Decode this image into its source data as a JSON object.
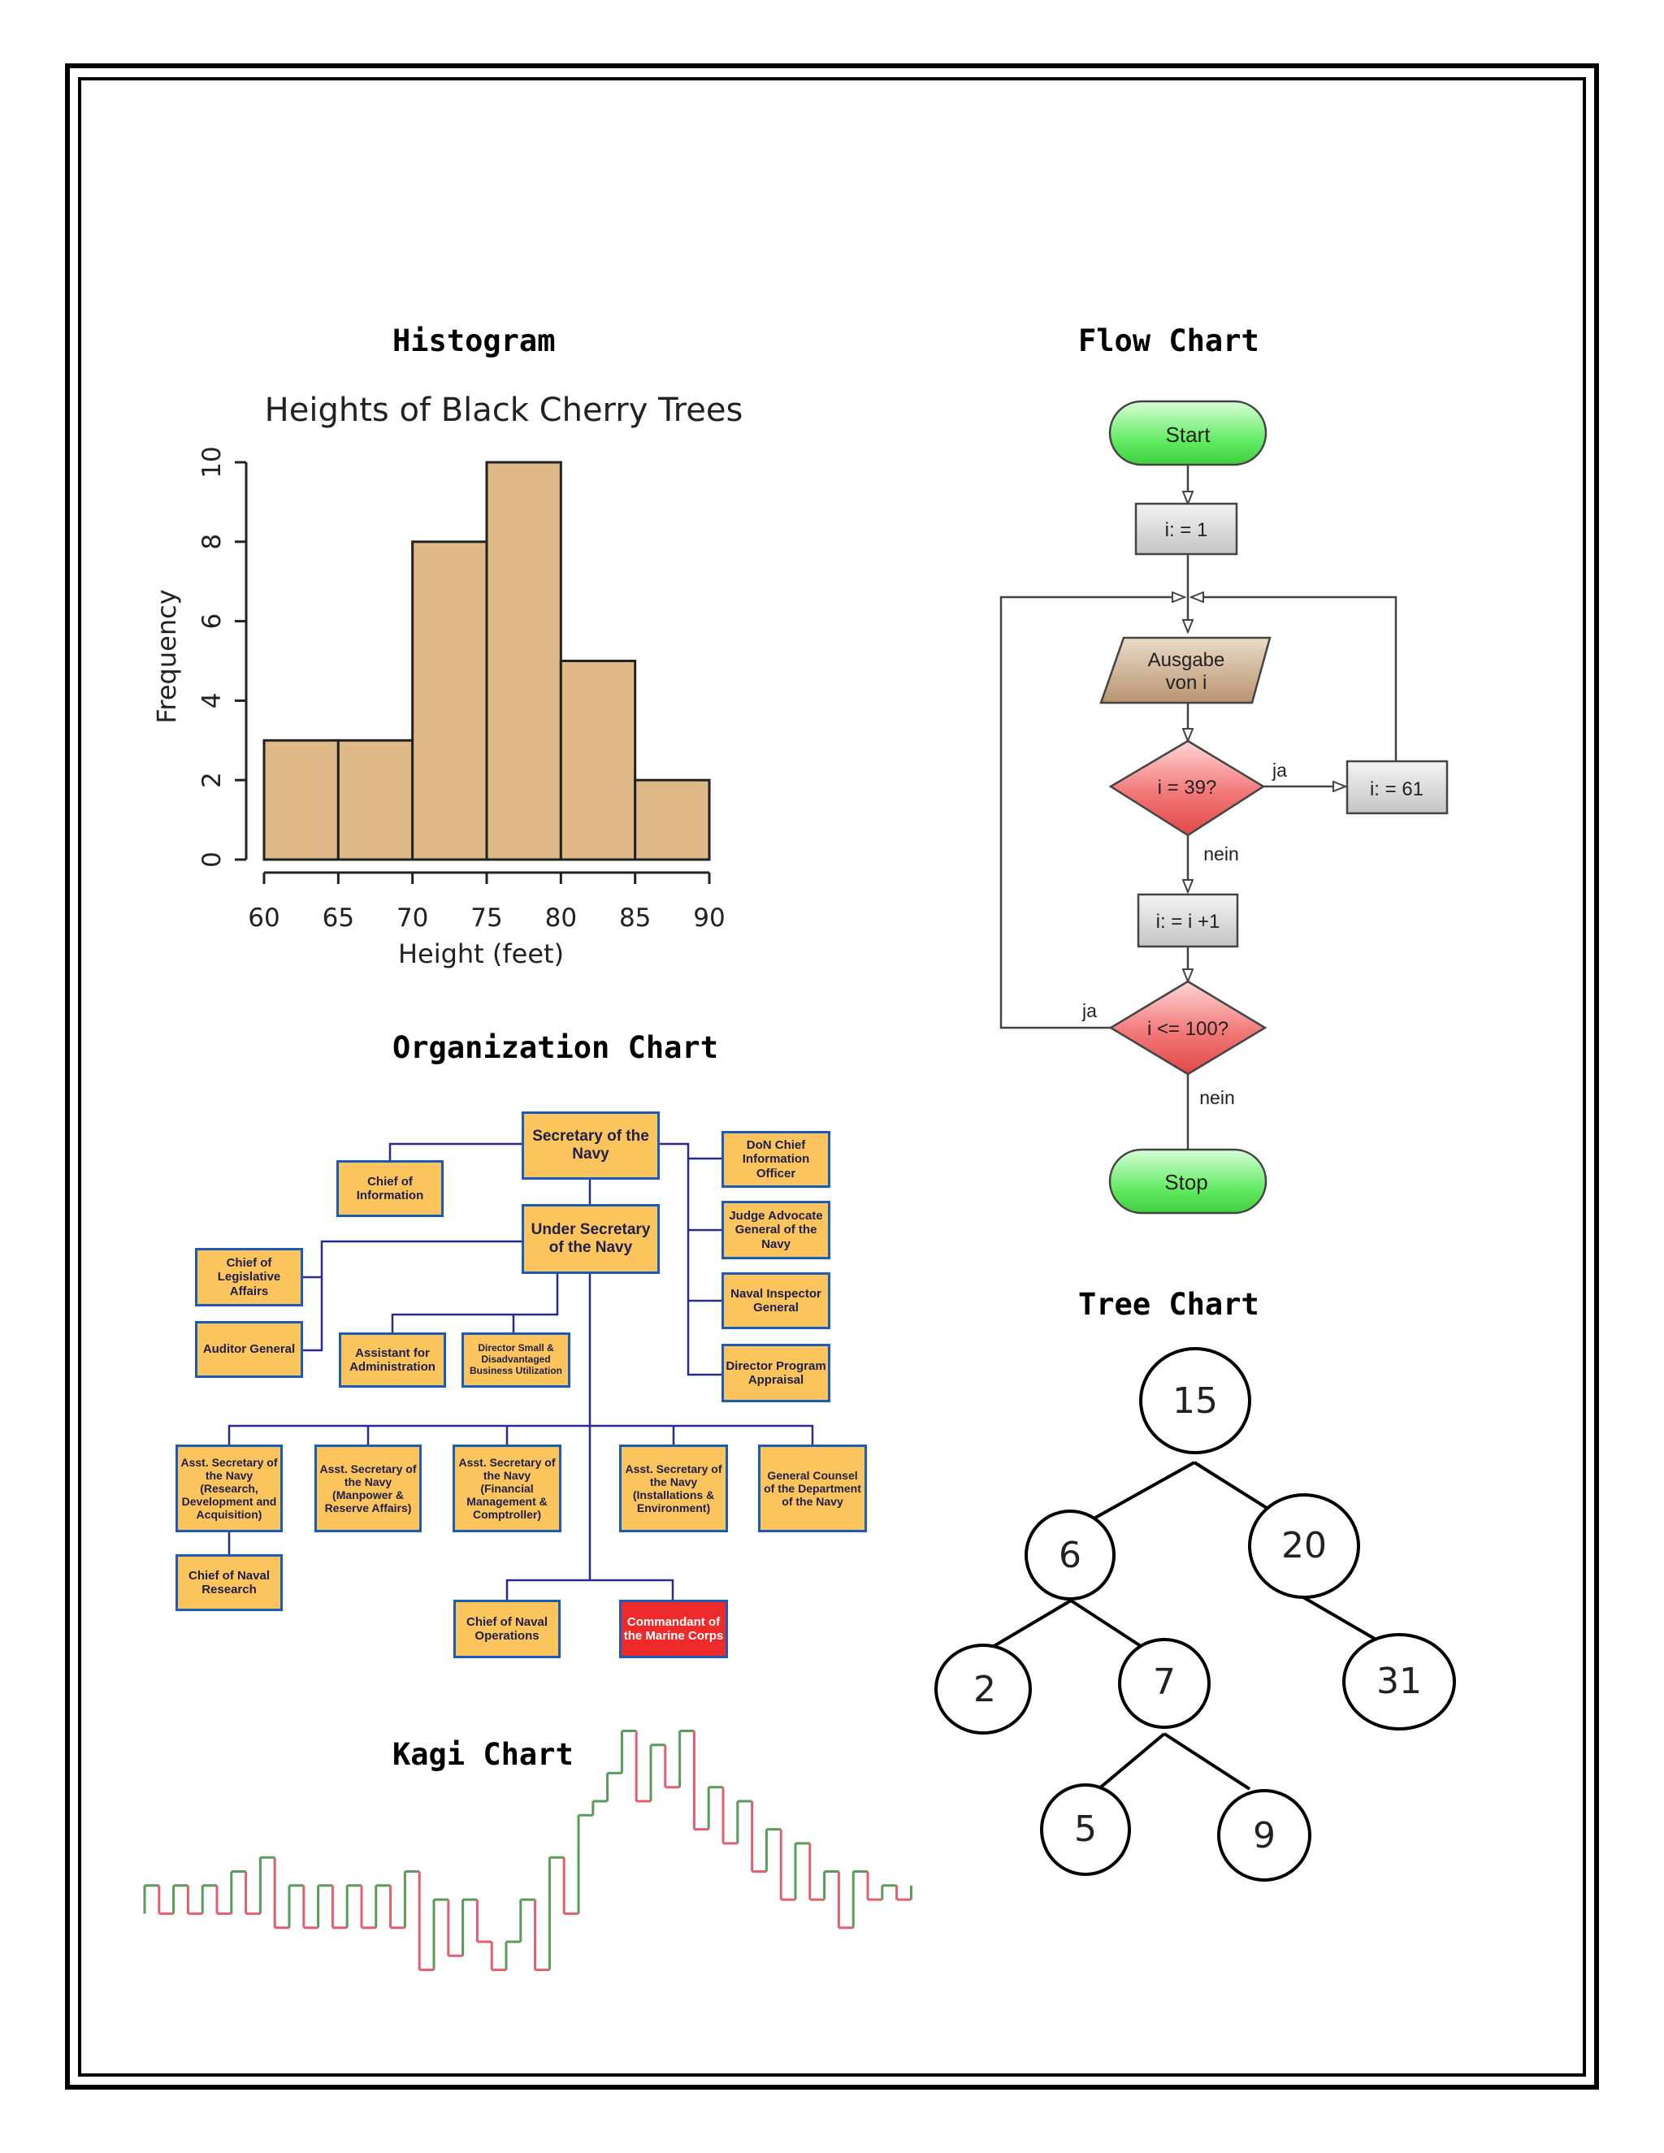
{
  "sections": {
    "histogram": "Histogram",
    "flow": "Flow Chart",
    "org": "Organization Chart",
    "tree": "Tree Chart",
    "kagi": "Kagi Chart"
  },
  "chart_data": [
    {
      "type": "bar",
      "title": "Heights of Black Cherry Trees",
      "xlabel": "Height (feet)",
      "ylabel": "Frequency",
      "bins": [
        [
          60,
          65
        ],
        [
          65,
          70
        ],
        [
          70,
          75
        ],
        [
          75,
          80
        ],
        [
          80,
          85
        ],
        [
          85,
          90
        ]
      ],
      "values": [
        3,
        3,
        8,
        10,
        5,
        2
      ],
      "x_ticks": [
        "60",
        "65",
        "70",
        "75",
        "80",
        "85",
        "90"
      ],
      "y_ticks": [
        "0",
        "2",
        "4",
        "6",
        "8",
        "10"
      ],
      "xlim": [
        60,
        90
      ],
      "ylim": [
        0,
        10
      ],
      "colors": {
        "bar": "#deb887"
      }
    },
    {
      "type": "line",
      "chart_kind": "kagi",
      "values": [
        2,
        4,
        2,
        4,
        2,
        4,
        2,
        5,
        2,
        6,
        1,
        4,
        1,
        4,
        1,
        4,
        1,
        4,
        1,
        5,
        -2,
        3,
        -1,
        3,
        0,
        -2,
        0,
        3,
        -2,
        6,
        2,
        9,
        10,
        12,
        15,
        10,
        14,
        11,
        15,
        8,
        11,
        7,
        10,
        5,
        8,
        3,
        7,
        3,
        5,
        1,
        5,
        3,
        4,
        3,
        4
      ],
      "colors": {
        "yang": "#5a9a5a",
        "yin": "#e06070"
      }
    }
  ],
  "flowchart": {
    "start": "Start",
    "init": "i: = 1",
    "output": [
      "Ausgabe",
      "von i"
    ],
    "cond1": "i = 39?",
    "yes1": "ja",
    "set61": "i: = 61",
    "no1": "nein",
    "incr": "i: = i +1",
    "cond2": "i <= 100?",
    "yes2": "ja",
    "no2": "nein",
    "stop": "Stop",
    "colors": {
      "terminal": "#5fe05f",
      "process": "#d8d8d8",
      "io": "#c8a882",
      "decision": "#f06a6a"
    }
  },
  "org_chart": {
    "secretary": "Secretary of the Navy",
    "chief_info": "Chief of Information",
    "under_secretary": "Under Secretary of the Navy",
    "chief_leg": "Chief of Legislative Affairs",
    "auditor": "Auditor General",
    "asst_admin": "Assistant for Administration",
    "director_small": "Director Small & Disadvantaged Business Utilization",
    "don_cio": "DoN Chief Information Officer",
    "jag": "Judge Advocate General of the Navy",
    "ig": "Naval Inspector General",
    "dpa": "Director Program Appraisal",
    "asn_rda": "Asst. Secretary of the Navy (Research, Development and Acquisition)",
    "asn_mra": "Asst. Secretary of the Navy (Manpower & Reserve Affairs)",
    "asn_fmc": "Asst. Secretary of the Navy (Financial Management & Comptroller)",
    "asn_ie": "Asst. Secretary of the Navy (Installations & Environment)",
    "gc": "General Counsel of the Department of the Navy",
    "cnr": "Chief of Naval Research",
    "cno": "Chief of Naval Operations",
    "cmc": "Commandant of the Marine Corps",
    "colors": {
      "box": "#fcc45c",
      "border": "#1c5cb8",
      "highlight": "#ee2a2a",
      "line": "#2a2a8a"
    }
  },
  "tree_chart": {
    "nodes": [
      "15",
      "6",
      "20",
      "2",
      "7",
      "31",
      "5",
      "9"
    ]
  }
}
